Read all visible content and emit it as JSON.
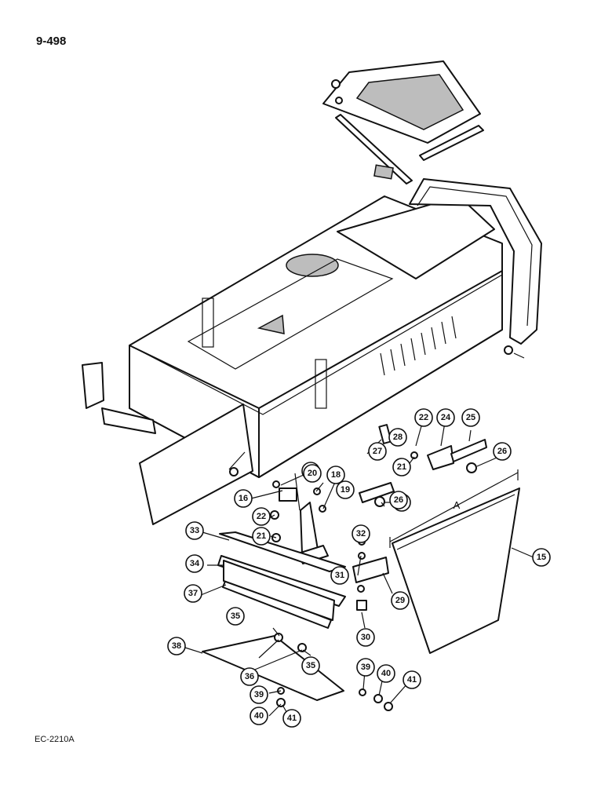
{
  "page_number": "9-498",
  "figure_code": "EC-2210A",
  "dimension_label": "A",
  "callouts": [
    "15",
    "16",
    "17",
    "18",
    "19",
    "20",
    "21",
    "21",
    "22",
    "22",
    "23",
    "24",
    "25",
    "26",
    "26",
    "27",
    "28",
    "29",
    "30",
    "31",
    "32",
    "33",
    "34",
    "35",
    "35",
    "36",
    "37",
    "38",
    "39",
    "39",
    "40",
    "40",
    "41",
    "41"
  ]
}
